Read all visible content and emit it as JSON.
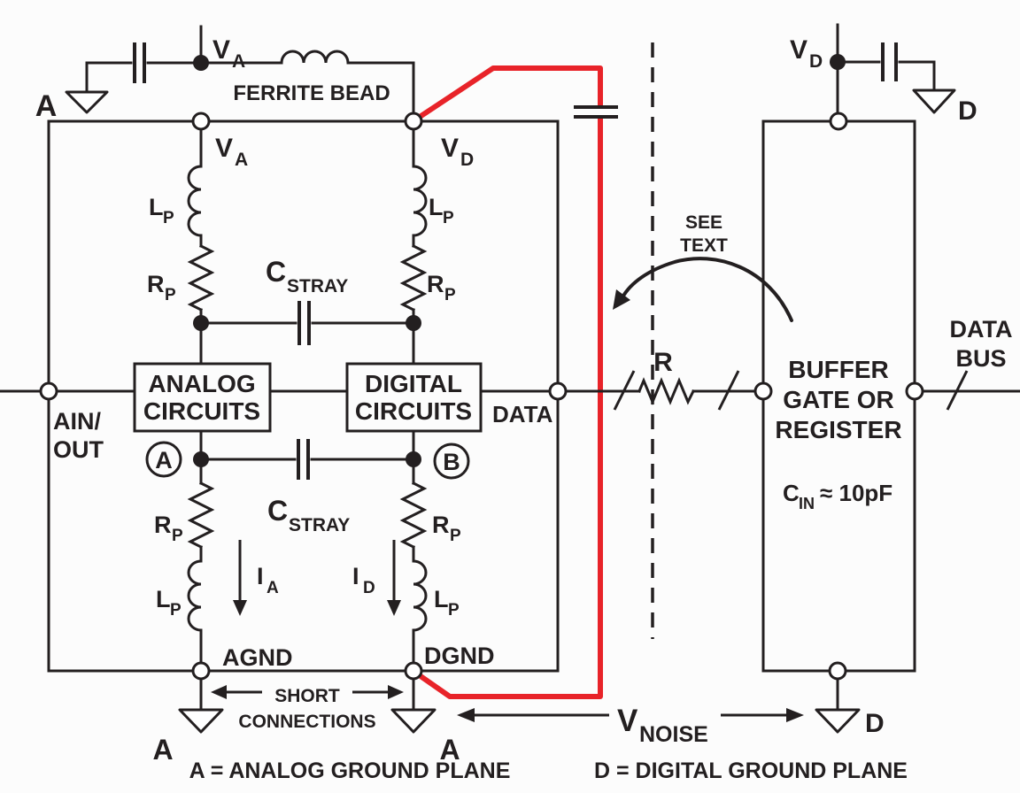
{
  "colors": {
    "line": "#231f20",
    "red_trace": "#e82329",
    "background": "#fcfcfc"
  },
  "labels": {
    "va": {
      "main": "V",
      "sub": "A"
    },
    "vd": {
      "main": "V",
      "sub": "D"
    },
    "ferrite_bead": "FERRITE BEAD",
    "lp": {
      "main": "L",
      "sub": "P"
    },
    "rp": {
      "main": "R",
      "sub": "P"
    },
    "cstray": {
      "main": "C",
      "sub": "STRAY"
    },
    "analog_block": {
      "line1": "ANALOG",
      "line2": "CIRCUITS"
    },
    "digital_block": {
      "line1": "DIGITAL",
      "line2": "CIRCUITS"
    },
    "ain_out": {
      "line1": "AIN/",
      "line2": "OUT"
    },
    "data_pin": "DATA",
    "node_a": "A",
    "node_b": "B",
    "ia": {
      "main": "I",
      "sub": "A"
    },
    "id": {
      "main": "I",
      "sub": "D"
    },
    "agnd": "AGND",
    "dgnd": "DGND",
    "short_connections": {
      "line1": "SHORT",
      "line2": "CONNECTIONS"
    },
    "ground_a": "A",
    "ground_d": "D",
    "legend_a": "A = ANALOG GROUND PLANE",
    "legend_d": "D = DIGITAL GROUND PLANE",
    "see_text": {
      "line1": "SEE",
      "line2": "TEXT"
    },
    "series_resistor": "R",
    "buffer_block": {
      "line1": "BUFFER",
      "line2": "GATE OR",
      "line3": "REGISTER"
    },
    "cin": {
      "main": "C",
      "sub": "IN",
      "value": " ≈ 10pF"
    },
    "data_bus": {
      "line1": "DATA",
      "line2": "BUS"
    },
    "vnoise": {
      "main": "V",
      "sub": "NOISE"
    }
  }
}
